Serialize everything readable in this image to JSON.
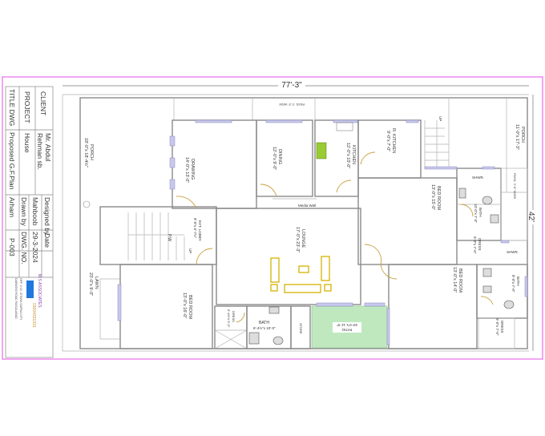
{
  "title_block": {
    "client_label": "CLIENT",
    "client_value_1": "Mr. Abdul",
    "client_value_2": "Rehman sb.",
    "project_label": "PROJECT",
    "project_value": "House",
    "title_label": "TITLE DWG",
    "title_value": "Proposed G.F.Plan",
    "designed_by_label": "Designed by",
    "designed_by_value": "Mahboob",
    "drawn_by_label": "Drawn by",
    "drawn_by_value": "Arham",
    "date_label": "Date",
    "date_value": "29-3-2024",
    "dwg_no_label": "DWG. NO.",
    "dwg_no_value": "P-003",
    "firm_name": "M.S ASSOCIATES",
    "firm_phone": "03004331331",
    "firm_address_1": "OFF. # 10, SITARA SAPNA CITY",
    "firm_address_2": "DAEWOO ROAD FAISALABAD"
  },
  "dimensions": {
    "width": "77'-3\"",
    "depth": "42'"
  },
  "rooms": {
    "porch_left": {
      "name": "PORCH",
      "size": "18'-0\"x 18'-4½\""
    },
    "drawing": {
      "name": "DRAWING",
      "size": "14'-0\"x 13'-0\""
    },
    "dining": {
      "name": "DINING",
      "size": "12'-0\"x 9'-0\""
    },
    "kitchen": {
      "name": "KITCHEN",
      "size": "12'-0\"x 10'-0\""
    },
    "r_kitchen": {
      "name": "R. KITCHEN",
      "size": "9'-0\"x 7'-0\""
    },
    "porch_right": {
      "name": "PORCH",
      "size": "11'-0\"x 17'-3\""
    },
    "pass_top": {
      "name": "PASS. 3'-3\" WIDE"
    },
    "pass_right": {
      "name": "PASS. 3'-6\" WIDE"
    },
    "bedroom_top_right": {
      "name": "BED ROOM",
      "size": "13'-0\"x 15'-0\""
    },
    "bath_top_right": {
      "name": "BATH",
      "size": "10'-0\"x 7'-0\""
    },
    "shwr_top": {
      "name": "SHWR."
    },
    "dress_top_right": {
      "name": "DRESS",
      "size": "9'-0\"x 7'-0\""
    },
    "shwr_right": {
      "name": "SHWR."
    },
    "lounge": {
      "name": "LOUNGE",
      "size": "17'-0\"x 23'-3\""
    },
    "media_wall": {
      "name": "Media Wall"
    },
    "ext_lobby": {
      "name": "EXT. LOBBY",
      "size": "8'-0\"x 6'-7½\""
    },
    "pw": {
      "name": "P.W"
    },
    "up_left": {
      "name": "UP"
    },
    "up_right": {
      "name": "UP"
    },
    "lawn": {
      "name": "LAWN",
      "size": "23'-0\"x 9'-0\""
    },
    "bedroom_bottom_left": {
      "name": "BED ROOM",
      "size": "13'-0\"x 16'-0\""
    },
    "dress_bottom_left": {
      "name": "DRESS",
      "size": "6'-4½\"x 5'-0\""
    },
    "bath_bottom_left": {
      "name": "BATH",
      "size": "6'-4½\"x 10'-0\""
    },
    "store": {
      "name": "STORE"
    },
    "patio": {
      "name": "PATIO",
      "size": "20'-0\"x 11'-9\""
    },
    "bedroom_bottom_right": {
      "name": "BED ROOM",
      "size": "13'-0\"x 14'-0\""
    },
    "bath_bottom_right": {
      "name": "BATH",
      "size": "8'-0\"x 7'-0\""
    },
    "dress_bottom_right": {
      "name": "DRESS",
      "size": "9'-0\"x 7'-0\""
    }
  },
  "colors": {
    "frame": "#ee88ee",
    "wall": "#8a8a8a",
    "window": "#c8c8ee",
    "door": "#c8a040",
    "furniture": "#d6b400",
    "patio": "#bfe8bf",
    "firm_accent": "#8844aa"
  }
}
